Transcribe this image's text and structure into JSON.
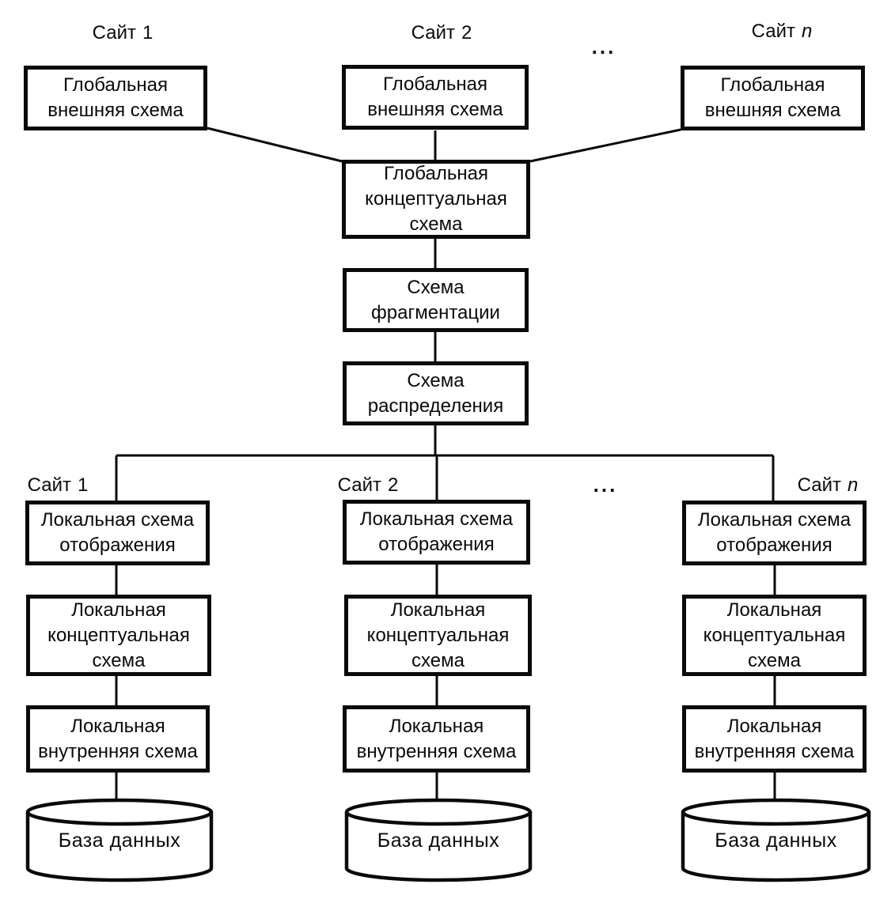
{
  "sites": {
    "top": [
      {
        "prefix": "Сайт",
        "num": "1"
      },
      {
        "prefix": "Сайт",
        "num": "2"
      },
      {
        "prefix": "Сайт",
        "num": "n"
      }
    ],
    "bottom": [
      {
        "prefix": "Сайт",
        "num": "1"
      },
      {
        "prefix": "Сайт",
        "num": "2"
      },
      {
        "prefix": "Сайт",
        "num": "n"
      }
    ]
  },
  "ellipsis": {
    "top": "...",
    "bottom": "..."
  },
  "boxes": {
    "global_external": [
      "Глобальная",
      "внешняя схема"
    ],
    "global_conceptual": [
      "Глобальная",
      "концептуальная",
      "схема"
    ],
    "fragmentation": [
      "Схема",
      "фрагментации"
    ],
    "allocation": [
      "Схема",
      "распределения"
    ],
    "local_mapping": [
      "Локальная схема",
      "отображения"
    ],
    "local_conceptual": [
      "Локальная",
      "концептуальная",
      "схема"
    ],
    "local_internal": [
      "Локальная",
      "внутренняя схема"
    ],
    "database": "База данных"
  },
  "colors": {
    "ink": "#0a0a0a",
    "background": "#ffffff"
  }
}
